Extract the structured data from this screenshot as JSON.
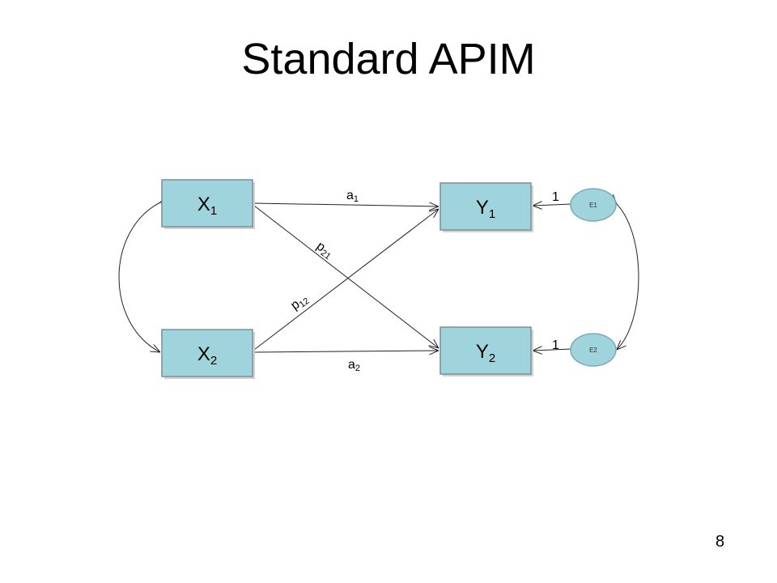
{
  "slide": {
    "title": "Standard APIM",
    "page_number": "8"
  },
  "nodes": {
    "x1": {
      "label": "X",
      "sub": "1"
    },
    "x2": {
      "label": "X",
      "sub": "2"
    },
    "y1": {
      "label": "Y",
      "sub": "1"
    },
    "y2": {
      "label": "Y",
      "sub": "2"
    },
    "e1": {
      "label": "E1"
    },
    "e2": {
      "label": "E2"
    }
  },
  "paths": {
    "a1": {
      "label": "a",
      "sub": "1"
    },
    "a2": {
      "label": "a",
      "sub": "2"
    },
    "p21": {
      "label": "p",
      "sub": "21"
    },
    "p12": {
      "label": "p",
      "sub": "12"
    },
    "e1_loading": "1",
    "e2_loading": "1"
  },
  "colors": {
    "node_fill": "#9fd4dc",
    "node_border": "#7a8f96"
  }
}
